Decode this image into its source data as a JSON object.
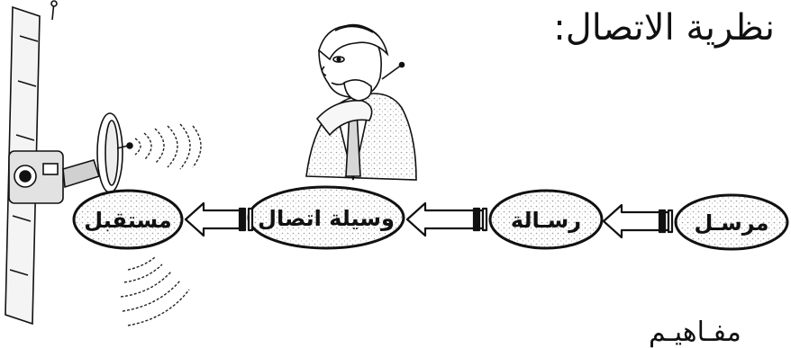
{
  "title": "نظرية الاتصال:",
  "nodes": [
    {
      "id": "sender",
      "label": "مرسـل"
    },
    {
      "id": "message",
      "label": "رسـالة"
    },
    {
      "id": "channel",
      "label": "وسيلة اتصال"
    },
    {
      "id": "receiver",
      "label": "مستقبل"
    }
  ],
  "footer_text": "مفـاهيـم",
  "colors": {
    "ink": "#111111",
    "paper": "#ffffff",
    "shade": "#d9d9d9"
  },
  "icons": [
    "satellite-icon",
    "thinking-man-icon",
    "radio-waves-icon"
  ]
}
